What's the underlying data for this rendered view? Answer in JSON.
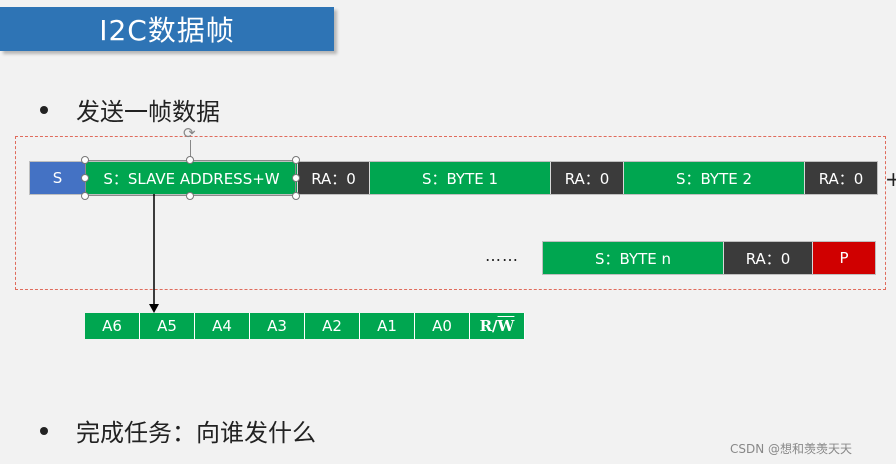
{
  "slide": {
    "title": "I2C数据帧",
    "bullet1": "发送一帧数据",
    "bullet2": "完成任务：向谁发什么",
    "plus": "+",
    "ellipsis": "……",
    "watermark": "CSDN @想和羡羡天天"
  },
  "frame_row1": [
    {
      "label": "S",
      "color": "blue"
    },
    {
      "label": "S：SLAVE ADDRESS+W",
      "color": "green"
    },
    {
      "label": "RA：0",
      "color": "dark"
    },
    {
      "label": "S：BYTE 1",
      "color": "green"
    },
    {
      "label": "RA：0",
      "color": "dark"
    },
    {
      "label": "S：BYTE 2",
      "color": "green"
    },
    {
      "label": "RA：0",
      "color": "dark"
    }
  ],
  "frame_row2": [
    {
      "label": "S：BYTE n",
      "color": "green"
    },
    {
      "label": "RA：0",
      "color": "dark"
    },
    {
      "label": "P",
      "color": "red"
    }
  ],
  "address_bits": [
    "A6",
    "A5",
    "A4",
    "A3",
    "A2",
    "A1",
    "A0"
  ],
  "rw_bit": {
    "r": "R/",
    "w": "W"
  },
  "colors": {
    "blue": "#4472c4",
    "green": "#00a650",
    "dark": "#3b3b3b",
    "red": "#d00000",
    "title": "#2e74b5"
  }
}
